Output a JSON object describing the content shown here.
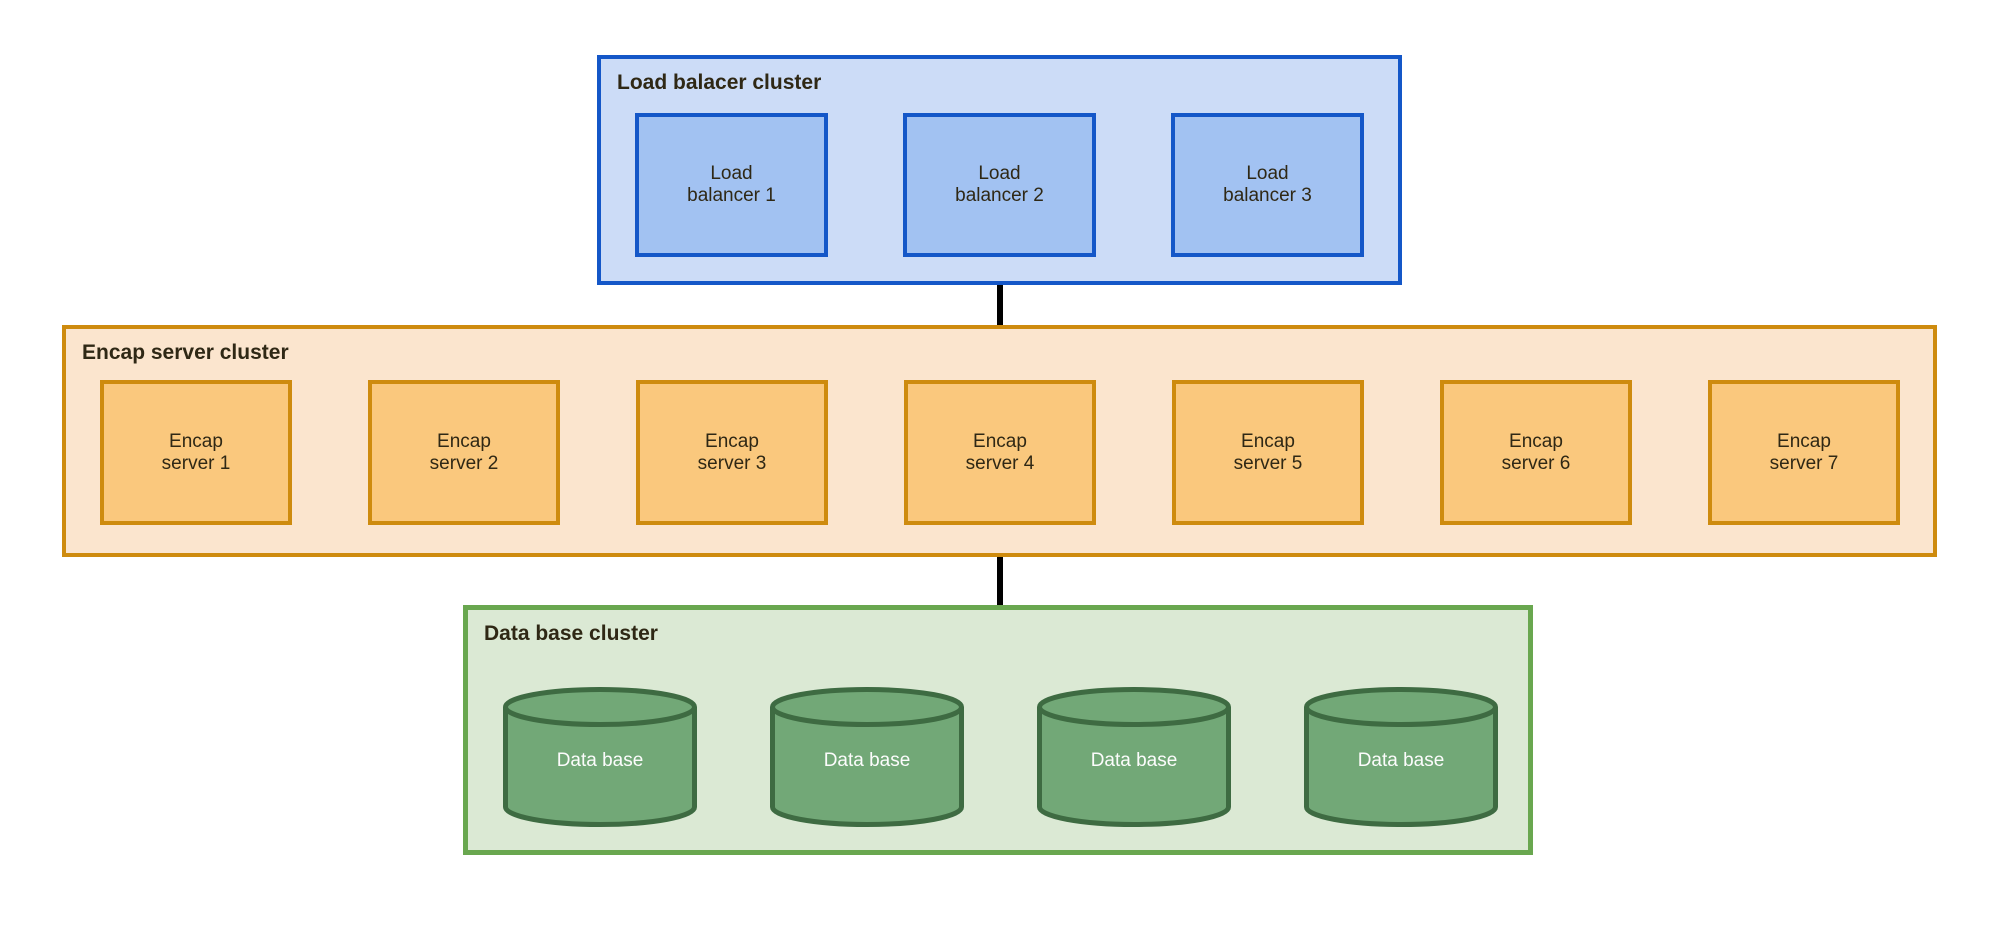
{
  "colors": {
    "text_color": "#2F2815",
    "cylinder_text": "#FCFCFC",
    "connector_color": "#000000",
    "lb_container_fill": "#CCDCF7",
    "lb_node_fill": "#A2C2F2",
    "lb_border": "#1457C8",
    "encap_container_fill": "#FBE5CE",
    "encap_node_fill": "#FAC87D",
    "encap_border": "#CE8B0E",
    "db_container_fill": "#DBE9D4",
    "db_border": "#69A74F",
    "db_cylinder_fill": "#72A877",
    "db_cylinder_stroke": "#3E6B42"
  },
  "clusters": {
    "load_balancer": {
      "title": "Load balacer cluster",
      "nodes": [
        {
          "line1": "Load",
          "line2": "balancer 1"
        },
        {
          "line1": "Load",
          "line2": "balancer 2"
        },
        {
          "line1": "Load",
          "line2": "balancer 3"
        }
      ]
    },
    "encap": {
      "title": "Encap server cluster",
      "nodes": [
        {
          "line1": "Encap",
          "line2": "server 1"
        },
        {
          "line1": "Encap",
          "line2": "server 2"
        },
        {
          "line1": "Encap",
          "line2": "server 3"
        },
        {
          "line1": "Encap",
          "line2": "server 4"
        },
        {
          "line1": "Encap",
          "line2": "server 5"
        },
        {
          "line1": "Encap",
          "line2": "server 6"
        },
        {
          "line1": "Encap",
          "line2": "server 7"
        }
      ]
    },
    "database": {
      "title": "Data base cluster",
      "nodes": [
        {
          "label": "Data base"
        },
        {
          "label": "Data base"
        },
        {
          "label": "Data base"
        },
        {
          "label": "Data base"
        }
      ]
    }
  }
}
